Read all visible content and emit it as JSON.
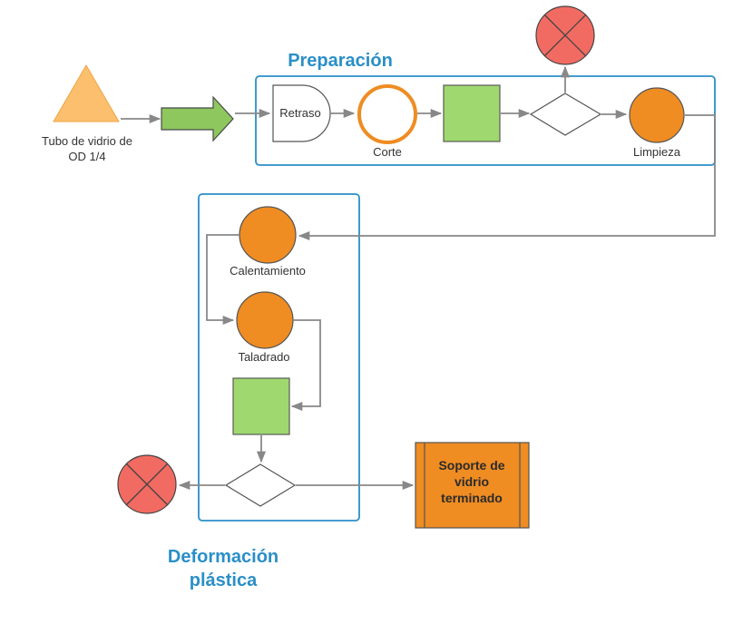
{
  "sections": {
    "preparacion_title": "Preparación",
    "deformacion_title_line1": "Deformación",
    "deformacion_title_line2": "plástica"
  },
  "nodes": {
    "start_label_line1": "Tubo de vidrio de",
    "start_label_line2": "OD 1/4",
    "retraso": "Retraso",
    "corte": "Corte",
    "limpieza": "Limpieza",
    "calentamiento": "Calentamiento",
    "taladrado": "Taladrado",
    "final_line1": "Soporte de",
    "final_line2": "vidrio",
    "final_line3": "terminado"
  },
  "colors": {
    "section_border": "#2a8fc7",
    "operation_orange": "#ef8c22",
    "inspection_green": "#9fd86f",
    "reject_red": "#f26b62",
    "start_triangle": "#fbbf6e",
    "arrow_green": "#8dc75d",
    "connector_gray": "#888888"
  }
}
